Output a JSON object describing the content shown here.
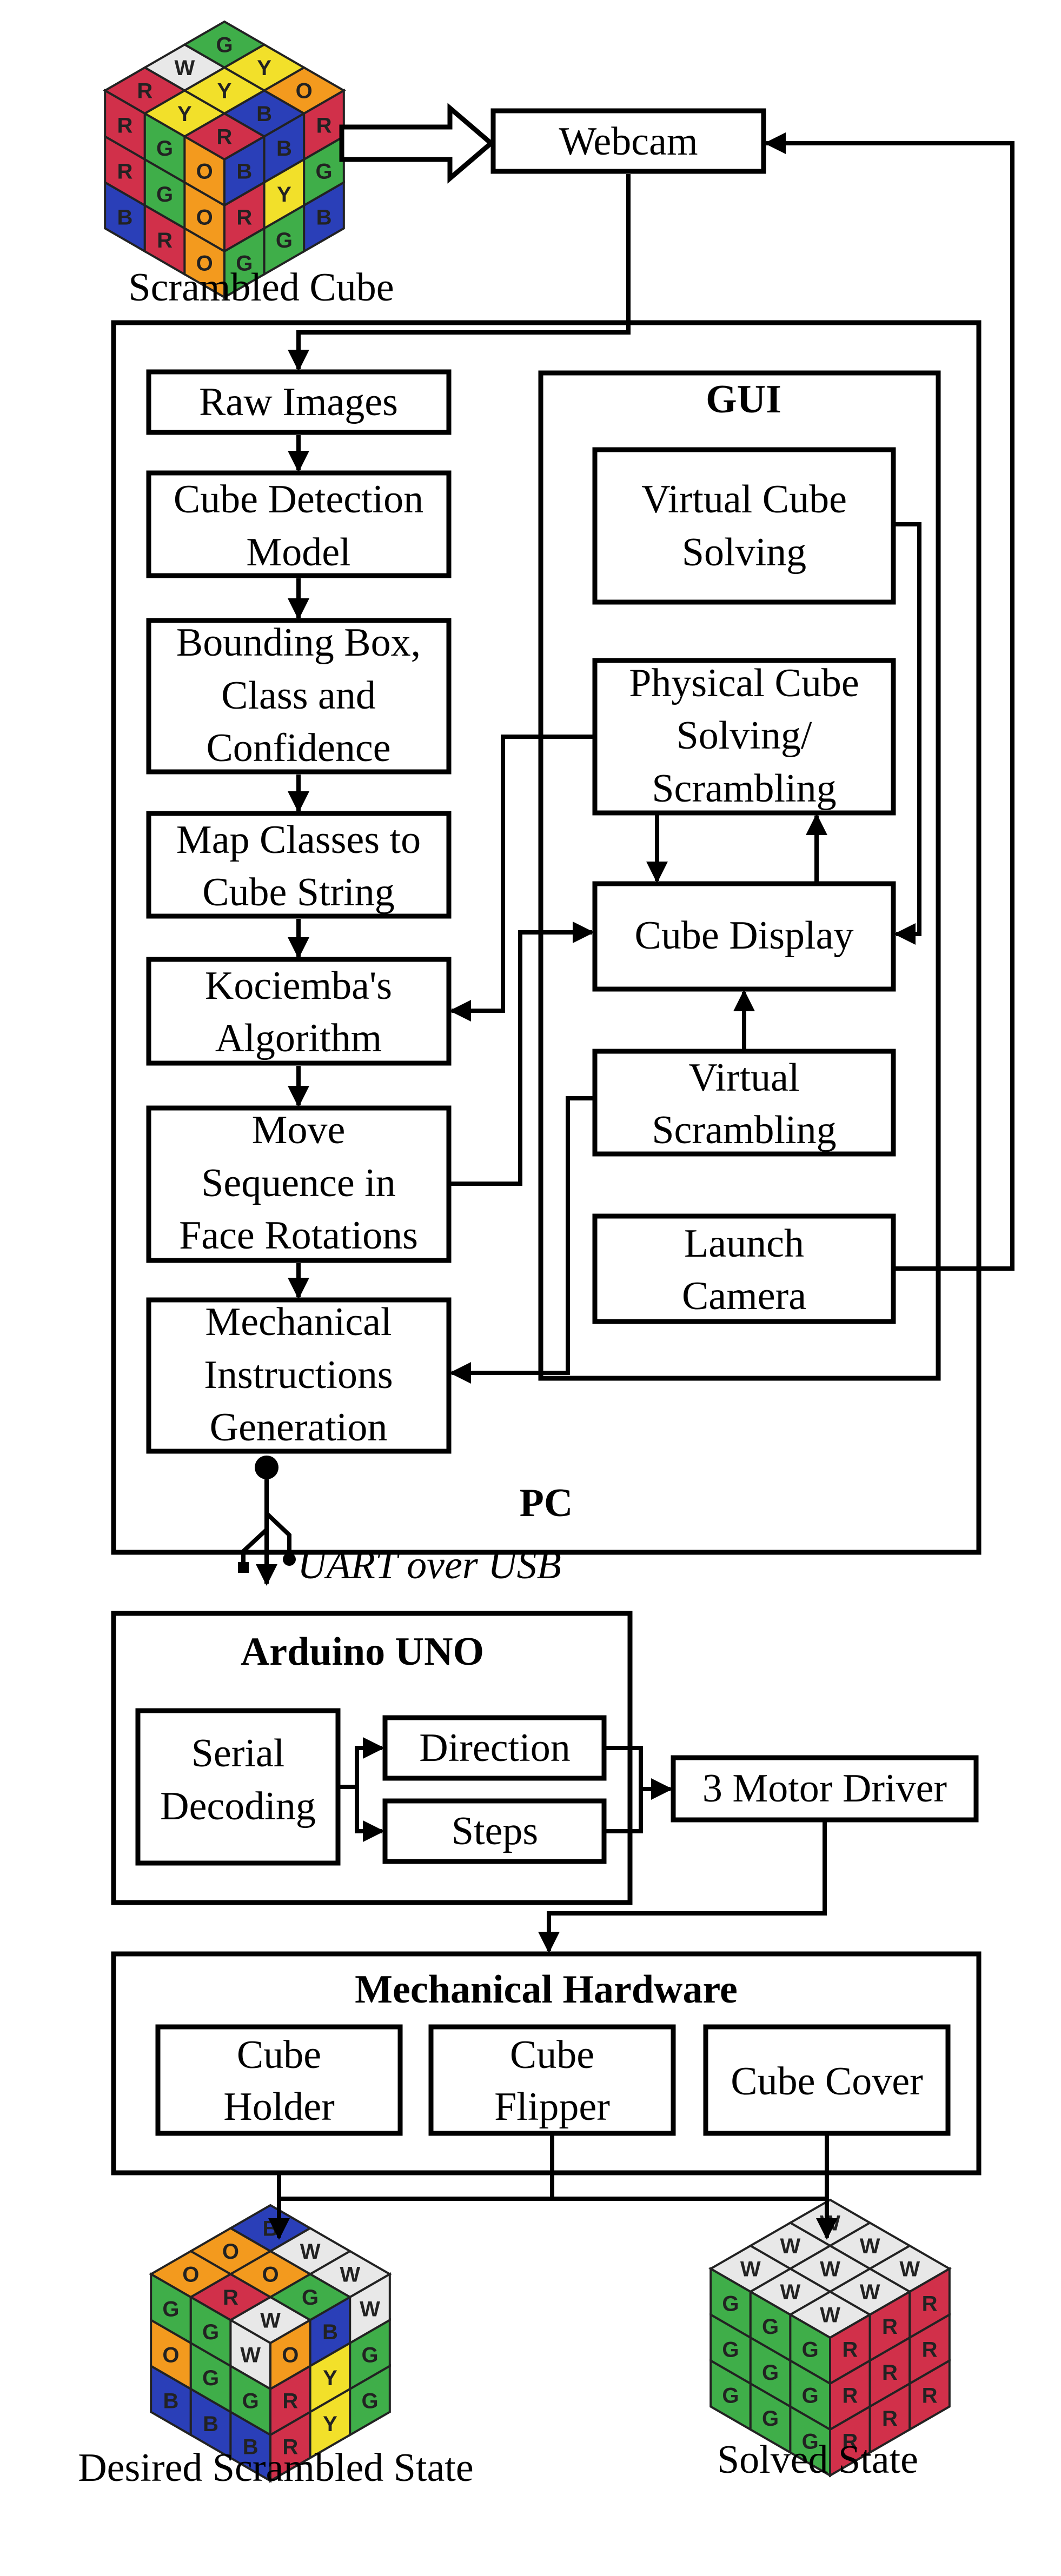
{
  "images": {
    "scrambled_cube": {
      "caption": "Scrambled Cube",
      "top_letters": [
        "G",
        "Y",
        "O",
        "W",
        "Y",
        "B",
        "R",
        "Y",
        "R"
      ],
      "left_letters": [
        "R",
        "G",
        "O",
        "R",
        "G",
        "O",
        "B",
        "R",
        "O"
      ],
      "right_letters": [
        "B",
        "B",
        "R",
        "R",
        "Y",
        "G",
        "G",
        "G",
        "B"
      ]
    },
    "desired_scrambled": {
      "caption": "Desired Scrambled State",
      "top_letters": [
        "B",
        "W",
        "W",
        "O",
        "O",
        "G",
        "O",
        "R",
        "W"
      ],
      "left_letters": [
        "G",
        "G",
        "W",
        "O",
        "G",
        "G",
        "B",
        "B",
        "B"
      ],
      "right_letters": [
        "O",
        "B",
        "W",
        "R",
        "Y",
        "G",
        "R",
        "Y",
        "G"
      ]
    },
    "solved": {
      "caption": "Solved State",
      "top_letters": [
        "W",
        "W",
        "W",
        "W",
        "W",
        "W",
        "W",
        "W",
        "W"
      ],
      "left_letters": [
        "G",
        "G",
        "G",
        "G",
        "G",
        "G",
        "G",
        "G",
        "G"
      ],
      "right_letters": [
        "R",
        "R",
        "R",
        "R",
        "R",
        "R",
        "R",
        "R",
        "R"
      ]
    }
  },
  "webcam": "Webcam",
  "pc": {
    "label": "PC",
    "pipeline": [
      [
        "Raw Images"
      ],
      [
        "Cube Detection",
        "Model"
      ],
      [
        "Bounding Box,",
        "Class and",
        "Confidence"
      ],
      [
        "Map Classes to",
        "Cube String"
      ],
      [
        "Kociemba's",
        "Algorithm"
      ],
      [
        "Move",
        "Sequence in",
        "Face Rotations"
      ],
      [
        "Mechanical",
        "Instructions",
        "Generation"
      ]
    ],
    "gui": {
      "title": "GUI",
      "virtual_solving": [
        "Virtual Cube",
        "Solving"
      ],
      "physical_solving": [
        "Physical Cube",
        "Solving/",
        "Scrambling"
      ],
      "cube_display": [
        "Cube Display"
      ],
      "virtual_scrambling": [
        "Virtual",
        "Scrambling"
      ],
      "launch_camera": [
        "Launch",
        "Camera"
      ]
    }
  },
  "uart": "UART over USB",
  "arduino": {
    "title": "Arduino UNO",
    "serial_decoding": [
      "Serial",
      "Decoding"
    ],
    "direction": [
      "Direction"
    ],
    "steps": [
      "Steps"
    ]
  },
  "motor_driver": [
    "3 Motor Driver"
  ],
  "mechanical": {
    "title": "Mechanical Hardware",
    "cube_holder": [
      "Cube",
      "Holder"
    ],
    "cube_flipper": [
      "Cube",
      "Flipper"
    ],
    "cube_cover": [
      "Cube Cover"
    ]
  },
  "colors": {
    "W": "#e8e8e8",
    "Y": "#f2e02a",
    "O": "#f39a1e",
    "R": "#d1304a",
    "G": "#3fae49",
    "B": "#2a3fb8"
  }
}
